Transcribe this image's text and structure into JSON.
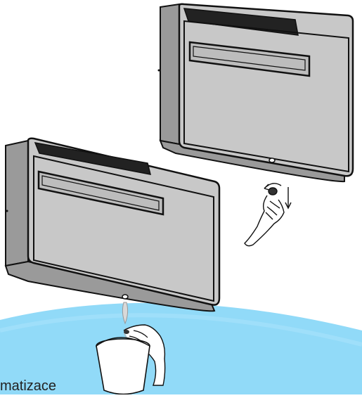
{
  "caption": "matizace",
  "colors": {
    "panel": "#c8c8c8",
    "panel_dark": "#9a9a9a",
    "stroke": "#111111",
    "water_band": "#7ed3f7"
  },
  "figures": [
    {
      "name": "ac-unit-top",
      "icon": "air-conditioner-unit"
    },
    {
      "name": "ac-unit-bottom",
      "icon": "air-conditioner-unit"
    },
    {
      "name": "hand-unscrew-cap",
      "icon": "hand-with-drain-cap"
    },
    {
      "name": "bucket-drain",
      "icon": "bucket-with-hand"
    }
  ]
}
